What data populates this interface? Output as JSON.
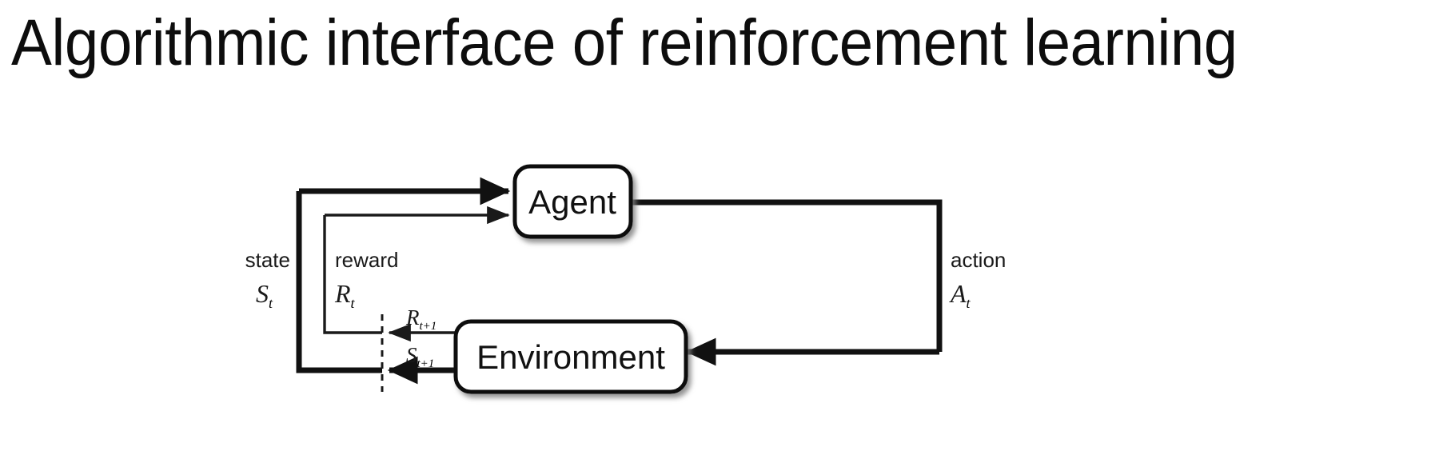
{
  "slide": {
    "title": "Algorithmic interface of reinforcement learning",
    "background_color": "#ffffff",
    "ink_color": "#000000"
  },
  "diagram": {
    "name": "agent-environment-interaction-loop",
    "type": "flow-diagram",
    "nodes": [
      {
        "id": "agent",
        "label": "Agent",
        "shape": "rounded-rect",
        "shadow": true
      },
      {
        "id": "environment",
        "label": "Environment",
        "shape": "rounded-rect",
        "shadow": true
      }
    ],
    "edges": [
      {
        "id": "state-to-agent",
        "from": "environment",
        "to": "agent",
        "weight": "thick",
        "label_text": "state",
        "label_symbol": "S",
        "label_subscript": "t"
      },
      {
        "id": "reward-to-agent",
        "from": "environment",
        "to": "agent",
        "weight": "thin",
        "label_text": "reward",
        "label_symbol": "R",
        "label_subscript": "t"
      },
      {
        "id": "action-to-environment",
        "from": "agent",
        "to": "environment",
        "weight": "thick",
        "label_text": "action",
        "label_symbol": "A",
        "label_subscript": "t"
      },
      {
        "id": "reward-next",
        "from": "environment",
        "to": "time-boundary",
        "weight": "thin",
        "label_symbol": "R",
        "label_subscript": "t+1"
      },
      {
        "id": "state-next",
        "from": "environment",
        "to": "time-boundary",
        "weight": "thick",
        "label_symbol": "S",
        "label_subscript": "t+1"
      }
    ],
    "time_boundary": {
      "id": "time-step-divider",
      "style": "dashed-vertical-line"
    }
  }
}
